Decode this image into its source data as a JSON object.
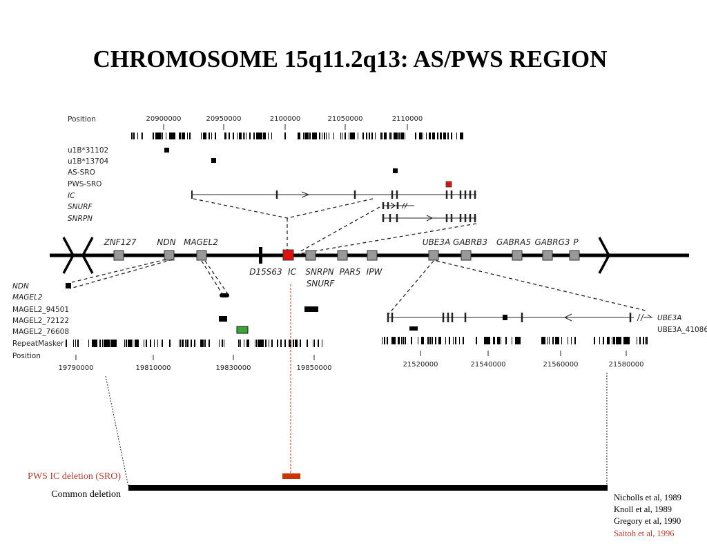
{
  "title": "CHROMOSOME 15q11.2q13:  AS/PWS REGION",
  "top_track": {
    "position_label": "Position",
    "ticks": [
      "20900000",
      "20950000",
      "2100000",
      "21050000",
      "2110000"
    ],
    "rows": [
      "u1B*31102",
      "u1B*13704",
      "AS-SRO",
      "PWS-SRO",
      "IC",
      "SNURF",
      "SNRPN"
    ]
  },
  "chromosome_genes": {
    "above": [
      "ZNF127",
      "NDN",
      "MAGEL2",
      "UBE3A",
      "GABRB3",
      "GABRA5",
      "GABRG3",
      "P"
    ],
    "below": [
      "D15S63",
      "IC",
      "SNRPN",
      "PAR5",
      "IPW"
    ],
    "below_2": "SNURF"
  },
  "left_track": {
    "rows": [
      "NDN",
      "MAGEL2",
      "MAGEL2_94501",
      "MAGEL2_72122",
      "MAGEL2_76608",
      "RepeatMasker",
      "Position"
    ],
    "ticks": [
      "19790000",
      "19810000",
      "19830000",
      "19850000"
    ]
  },
  "right_track": {
    "rows": [
      "UBE3A",
      "UBE3A_41086"
    ],
    "ticks": [
      "21520000",
      "21540000",
      "21560000",
      "21580000"
    ]
  },
  "deletions": {
    "sro_label": "PWS IC deletion (SRO)",
    "common_label": "Common deletion",
    "sro_color": "#cc3300"
  },
  "references": [
    "Nicholls et al, 1989",
    "Knoll et al, 1989",
    "Gregory et al, 1990"
  ],
  "reference_highlight": "Saitoh et al, 1996",
  "colors": {
    "ic_box": "#e01010",
    "pws_sro": "#e01010",
    "magel2_76608": "#3aa63a",
    "highlight": "#c0392b"
  }
}
